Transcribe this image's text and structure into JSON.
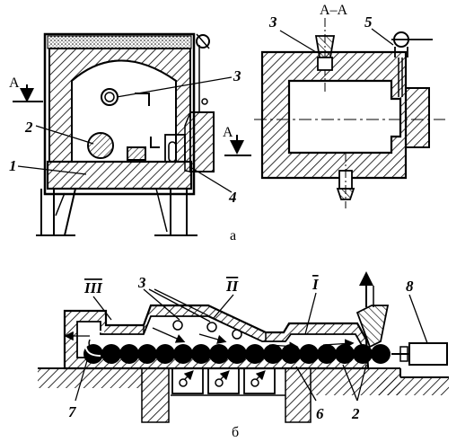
{
  "figure": {
    "top_left": {
      "labels": {
        "one": "1",
        "two": "2",
        "three": "3",
        "four": "4"
      },
      "section_marks": {
        "left": "А",
        "right": "А"
      },
      "caption": "а"
    },
    "top_right": {
      "title": "А–А",
      "labels": {
        "three": "3",
        "five": "5"
      }
    },
    "bottom": {
      "labels": {
        "zone_three": "III",
        "zone_two": "II",
        "zone_one": "I",
        "burners": "3",
        "pusher": "8",
        "rollers": "6",
        "supports": "2",
        "exit": "7"
      },
      "caption": "б"
    }
  }
}
